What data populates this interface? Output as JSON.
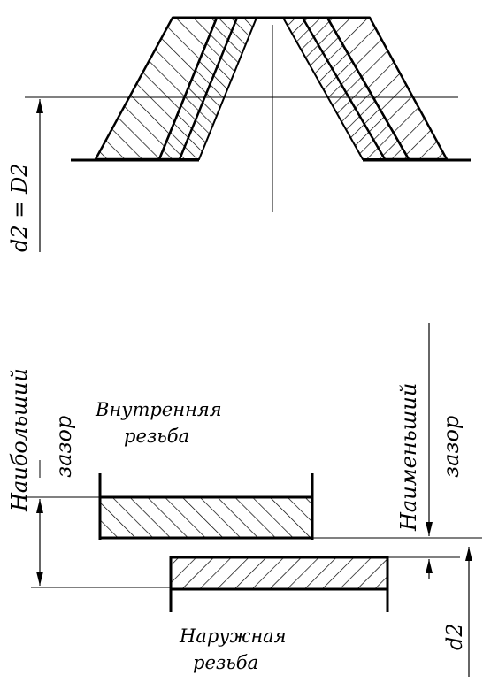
{
  "labels": {
    "pitch_diameter": "d2 = D2",
    "max_clearance_line1": "Наибольший",
    "max_clearance_line2": "зазор",
    "min_clearance_line1": "Наименьший",
    "min_clearance_line2": "зазор",
    "internal_thread_line1": "Внутренняя",
    "internal_thread_line2": "резьба",
    "external_thread_line1": "Наружная",
    "external_thread_line2": "резьба",
    "d2": "d2"
  }
}
